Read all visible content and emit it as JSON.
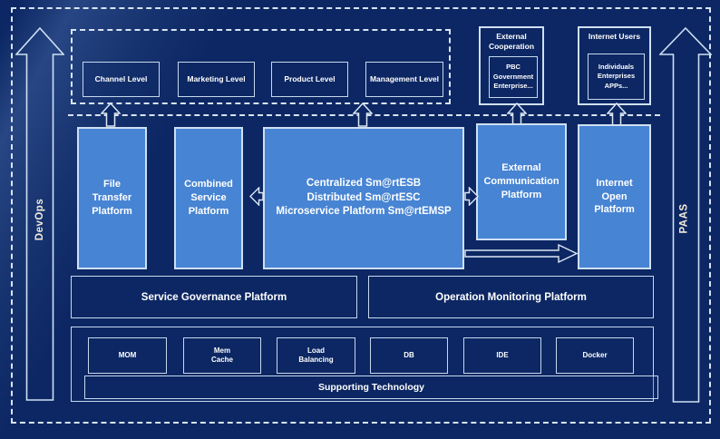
{
  "colors": {
    "background": "#0c2763",
    "panel_blue": "#4784d3",
    "line_light": "#d9e4f2",
    "text_white": "#ffffff",
    "side_label_text": "#f2ead8"
  },
  "side": {
    "left_label": "DevOps",
    "right_label": "PAAS"
  },
  "levels": {
    "items": [
      "Channel Level",
      "Marketing Level",
      "Product Level",
      "Management Level"
    ]
  },
  "external_cooperation": {
    "title": "External Cooperation",
    "members": "PBC Government\nEnterprise..."
  },
  "internet_users": {
    "title": "Internet Users",
    "members": "Individuals\nEnterprises\nAPPs..."
  },
  "platforms": {
    "file_transfer": "File Transfer Platform",
    "combined_service": "Combined Service Platform",
    "esb_lines": [
      "Centralized Sm@rtESB",
      "Distributed Sm@rtESC",
      "Microservice Platform Sm@rtEMSP"
    ],
    "external_communication": "External Communication Platform",
    "internet_open": "Internet Open Platform"
  },
  "governance": {
    "label": "Service Governance Platform"
  },
  "monitoring": {
    "label": "Operation Monitoring Platform"
  },
  "supporting": {
    "technologies": [
      "MOM",
      "Mem\nCache",
      "Load\nBalancing",
      "DB",
      "IDE",
      "Docker"
    ],
    "label": "Supporting Technology"
  }
}
